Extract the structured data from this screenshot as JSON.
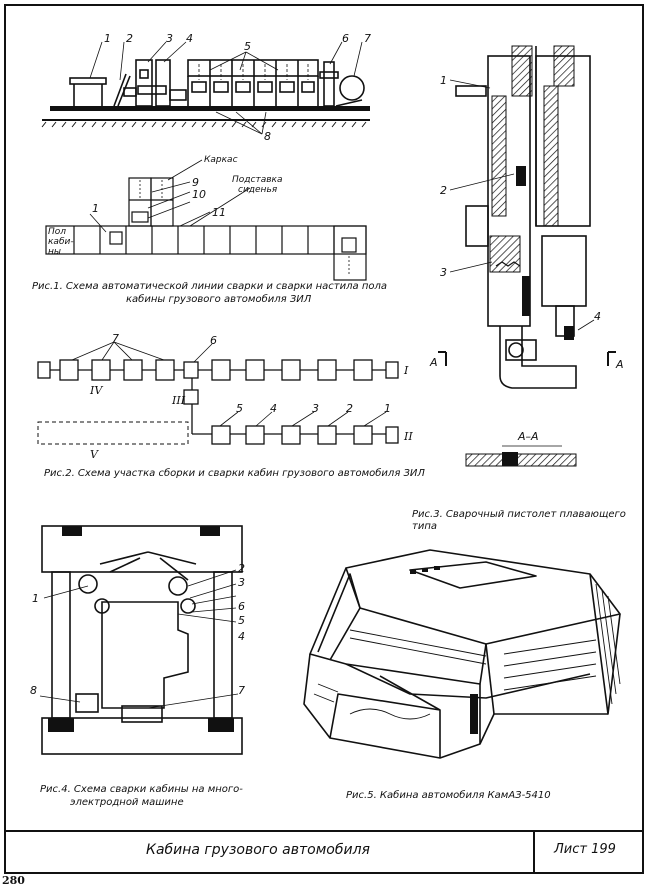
{
  "fig1": {
    "caption_line1": "Рис.1. Схема автоматической линии сварки и сварки настила пола",
    "caption_line2": "кабины грузового автомобиля ЗИЛ",
    "callouts": [
      "1",
      "2",
      "3",
      "4",
      "5",
      "6",
      "7",
      "8",
      "9",
      "10",
      "11"
    ],
    "label_karkas": "Каркас",
    "label_podstavka_1": "Подставка",
    "label_podstavka_2": "сиденья",
    "label_pol_1": "Пол",
    "label_pol_2": "каби-",
    "label_pol_3": "ны"
  },
  "fig2": {
    "caption": "Рис.2. Схема участка сборки и сварки кабин грузового автомобиля ЗИЛ",
    "callouts": [
      "7",
      "6",
      "5",
      "4",
      "3",
      "2",
      "1"
    ],
    "roman": [
      "I",
      "II",
      "III",
      "IV",
      "V"
    ]
  },
  "fig3": {
    "caption": "Рис.3. Сварочный пистолет плавающего типа",
    "callouts": [
      "1",
      "2",
      "3",
      "4"
    ],
    "section_mark": "А",
    "section_title": "А–А"
  },
  "fig4": {
    "caption_line1": "Рис.4. Схема сварки кабины на много-",
    "caption_line2": "электродной машине",
    "callouts": [
      "1",
      "2",
      "3",
      "4",
      "5",
      "6",
      "7",
      "8"
    ]
  },
  "fig5": {
    "caption": "Рис.5. Кабина автомобиля КамАЗ-5410"
  },
  "title_block": {
    "title": "Кабина грузового автомобиля",
    "sheet": "Лист 199"
  },
  "page_number": "280"
}
